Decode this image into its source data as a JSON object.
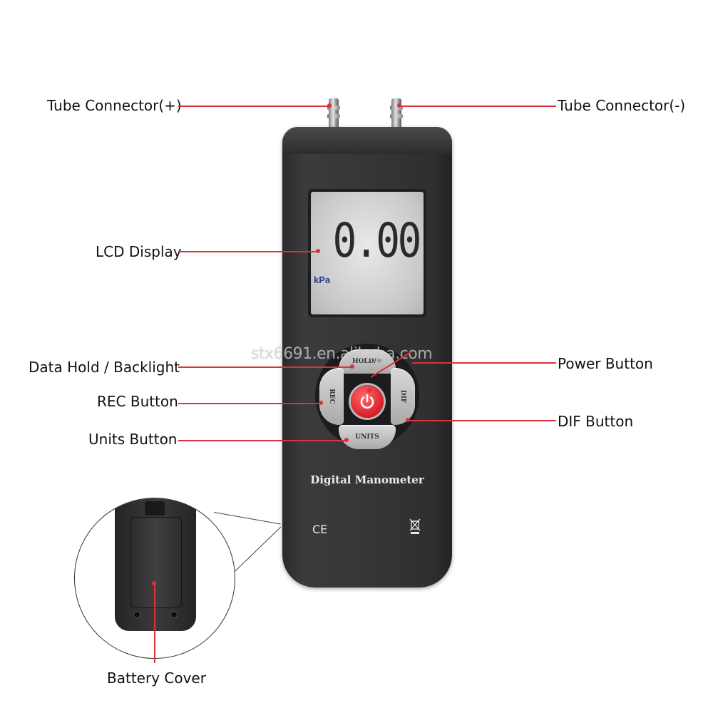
{
  "callouts": {
    "tube_connector_plus": "Tube Connector(+)",
    "tube_connector_minus": "Tube Connector(-)",
    "lcd_display": "LCD Display",
    "data_hold_backlight": "Data Hold / Backlight",
    "rec_button": "REC Button",
    "units_button": "Units Button",
    "power_button": "Power Button",
    "dif_button": "DIF Button",
    "battery_cover": "Battery Cover"
  },
  "device": {
    "lcd_reading": "0.00",
    "lcd_unit": "kPa",
    "key_hold": "HOLD/☼",
    "key_rec": "REC",
    "key_dif": "DIF",
    "key_units": "UNITS",
    "brand": "Digital Manometer",
    "ce_mark": "CE"
  },
  "watermark": "stx6691.en.alibaba.com",
  "colors": {
    "leader": "#d8323a",
    "device_body": "#363638",
    "lcd": "#d4d4d4",
    "power_key": "#d81e2a"
  },
  "icons": {
    "power": "power-icon",
    "weee": "crossed-bin-icon"
  }
}
